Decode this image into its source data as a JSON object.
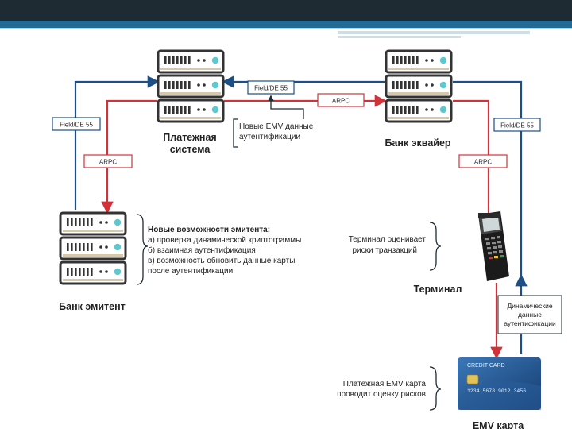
{
  "labels": {
    "field_de55": "Field/DE 55",
    "arpc": "ARPC"
  },
  "nodes": {
    "payment_system": [
      "Платежная",
      "система"
    ],
    "acquirer": "Банк эквайер",
    "issuer": "Банк эмитент",
    "terminal": "Терминал",
    "emv_card": "EMV карта"
  },
  "notes": {
    "new_emv_data": [
      "Новые EMV данные",
      "аутентификации"
    ],
    "issuer_capabilities": {
      "title": "Новые возможности эмитента:",
      "lines": [
        "а) проверка динамической криптограммы",
        "б) взаимная аутентификация",
        "в) возможность обновить данные карты",
        "после аутентификации"
      ]
    },
    "terminal_risk": [
      "Терминал оценивает",
      "риски транзакций"
    ],
    "dynamic_auth_data": [
      "Динамические",
      "данные",
      "аутентификации"
    ],
    "card_risk": [
      "Платежная EMV карта",
      "проводит оценку рисков"
    ]
  },
  "card": {
    "title": "CREDIT CARD",
    "number": "1234 5678 9012 3456"
  },
  "colors": {
    "blue_flow": "#1b4f86",
    "red_flow": "#d1323a",
    "server_frame": "#333333",
    "server_led": "#5ec8cf"
  }
}
